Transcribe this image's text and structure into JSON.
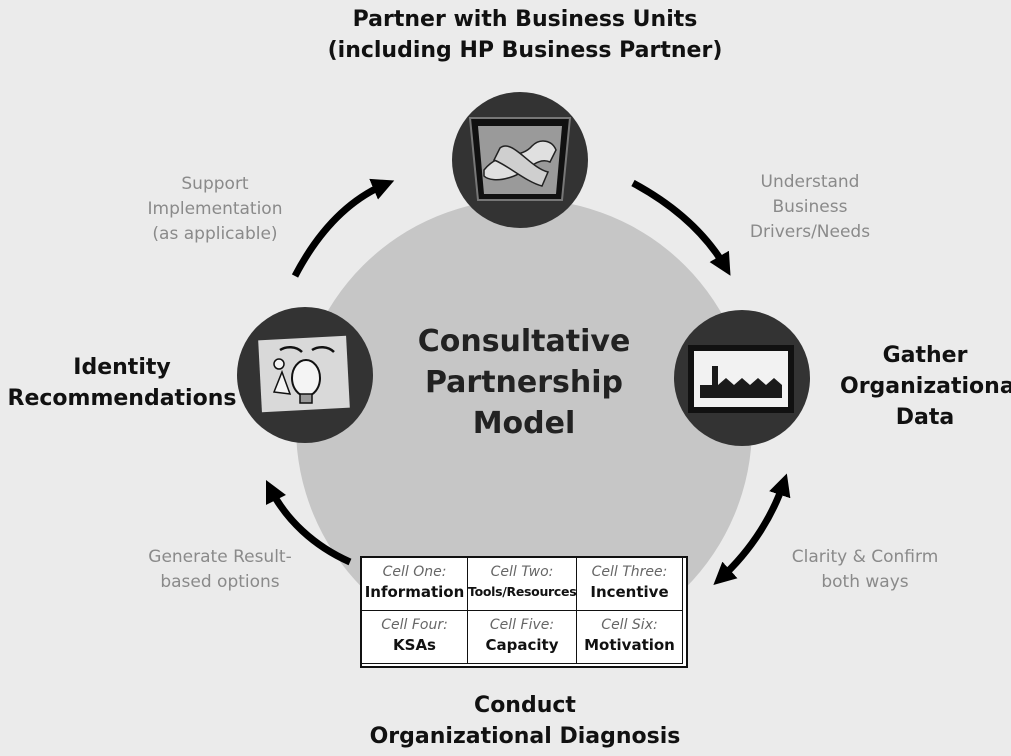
{
  "center_title": "Consultative\nPartnership\nModel",
  "nodes": [
    {
      "label": "Partner with Business Units\n(including HP Business Partner)",
      "icon": "handshake-icon"
    },
    {
      "label": "Gather\nOrganizational\nData",
      "icon": "factory-chart-icon"
    },
    {
      "label": "Conduct\nOrganizational Diagnosis",
      "icon": "performance-grid"
    },
    {
      "label": "Identity\nRecommendations",
      "icon": "lightbulb-idea-icon"
    }
  ],
  "transitions": [
    {
      "label": "Understand\nBusiness\nDrivers/Needs"
    },
    {
      "label": "Clarity & Confirm\nboth ways"
    },
    {
      "label": "Generate Result-\nbased options"
    },
    {
      "label": "Support\nImplementation\n(as applicable)"
    }
  ],
  "grid": [
    {
      "name": "Cell One:",
      "value": "Information"
    },
    {
      "name": "Cell Two:",
      "value": "Tools/Resources"
    },
    {
      "name": "Cell Three:",
      "value": "Incentive"
    },
    {
      "name": "Cell Four:",
      "value": "KSAs"
    },
    {
      "name": "Cell Five:",
      "value": "Capacity"
    },
    {
      "name": "Cell Six:",
      "value": "Motivation"
    }
  ],
  "colors": {
    "background": "#ebebeb",
    "center_disc": "#c6c6c6",
    "node_disc": "#333333",
    "arrows": "#000000",
    "muted_text": "#8a8a8a"
  }
}
